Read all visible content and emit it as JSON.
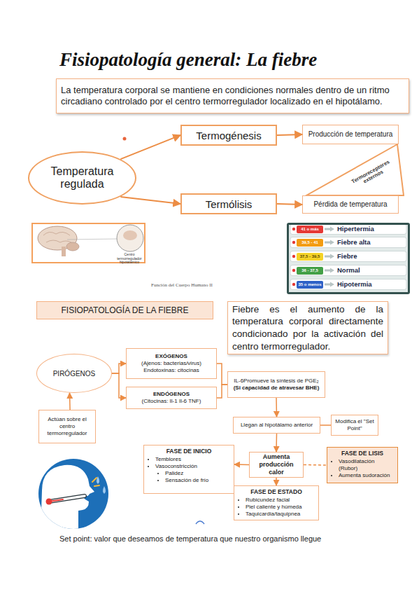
{
  "diagram": {
    "title": "Fisiopatología general: La fiebre",
    "caption": "Set point: valor que deseamos de temperatura que nuestro organismo llegue",
    "nodes": [
      {
        "text": [
          "La temperatura corporal se mantiene en condiciones normales dentro de un ritmo circadiano controlado por el centro termorregulador localizado en el hipotálamo."
        ]
      },
      {
        "text": [
          "Temperatura regulada"
        ]
      },
      {
        "text": [
          "Termogénesis"
        ]
      },
      {
        "text": [
          "Producción de temperatura"
        ]
      },
      {
        "text": [
          "Termoreceptores externos"
        ]
      },
      {
        "text": [
          "Termólisis"
        ]
      },
      {
        "text": [
          "Pérdida de temperatura"
        ]
      },
      {
        "text": [
          "Centro termorregulador hipotalámico"
        ]
      },
      {
        "text": [
          "Hipertermia",
          "Fiebre alta",
          "Fiebre",
          "Normal",
          "Hipotermia"
        ]
      },
      {
        "text": [
          "41 o más"
        ],
        "in": 8
      },
      {
        "text": [
          "39,5 - 41"
        ],
        "in": 8
      },
      {
        "text": [
          "37,5 - 39,5"
        ],
        "in": 8
      },
      {
        "text": [
          "36 - 37,5"
        ],
        "in": 8
      },
      {
        "text": [
          "35 o menos"
        ],
        "in": 8
      },
      {
        "text": [
          "FISIOPATOLOGÍA DE LA FIEBRE"
        ]
      },
      {
        "text": [
          "Fiebre es el aumento de la temperatura corporal directamente condicionado por la activación del centro termorregulador."
        ]
      },
      {
        "text": [
          "PIRÓGENOS"
        ]
      },
      {
        "text": [
          "EXÓGENOS",
          "(Ajenos: bacterias/virus)",
          "Endotoxinas: citocinas"
        ]
      },
      {
        "text": [
          "ENDÓGENOS",
          "(Citocinas: Il-1 Il-6 TNF)"
        ]
      },
      {
        "text": [
          "IL-6Promueve la síntesis de PGE₂",
          "(Si capacidad de atravesar BHE)"
        ]
      },
      {
        "text": [
          "Actúan sobre el centro termorregulador"
        ]
      },
      {
        "text": [
          "Llegan al hipotálamo anterior"
        ]
      },
      {
        "text": [
          "Modifica el \"Set Point\""
        ]
      },
      {
        "text": [
          "FASE DE INICIO",
          "Temblores",
          "Vasoconstricción",
          "Palidez",
          "Sensación de frío"
        ]
      },
      {
        "text": [
          "Aumenta producción calor"
        ]
      },
      {
        "text": [
          "FASE DE LISIS",
          "Vasodilatación (Rubor)",
          "Aumenta sudoración"
        ]
      },
      {
        "text": [
          "FASE DE ESTADO",
          "Rubicundez facial",
          "Piel caliente y húmeda",
          "Taquicardia/taquipnea"
        ]
      }
    ],
    "edges": [
      {
        "from": 1,
        "to": 2,
        "arrow": "to"
      },
      {
        "from": 1,
        "to": 5,
        "arrow": "to"
      },
      {
        "from": 2,
        "to": 3,
        "arrow": "to"
      },
      {
        "from": 5,
        "to": 6,
        "arrow": "to"
      },
      {
        "from": 16,
        "to": 17,
        "arrow": "to"
      },
      {
        "from": 16,
        "to": 18,
        "arrow": "to"
      },
      {
        "from": 17,
        "to": 19,
        "arrow": "none"
      },
      {
        "from": 18,
        "to": 19,
        "arrow": "none"
      },
      {
        "from": 20,
        "to": 16,
        "arrow": "to"
      },
      {
        "from": 19,
        "to": 21,
        "arrow": "to"
      },
      {
        "from": 21,
        "to": 22,
        "arrow": "none"
      },
      {
        "from": 21,
        "to": 24,
        "arrow": "to"
      },
      {
        "from": 24,
        "to": 23,
        "arrow": "to"
      },
      {
        "from": 24,
        "to": 25,
        "arrow": "none"
      },
      {
        "from": 24,
        "to": 26,
        "arrow": "to"
      }
    ],
    "labels": [
      "Función del Cuerpo Humano II"
    ]
  }
}
